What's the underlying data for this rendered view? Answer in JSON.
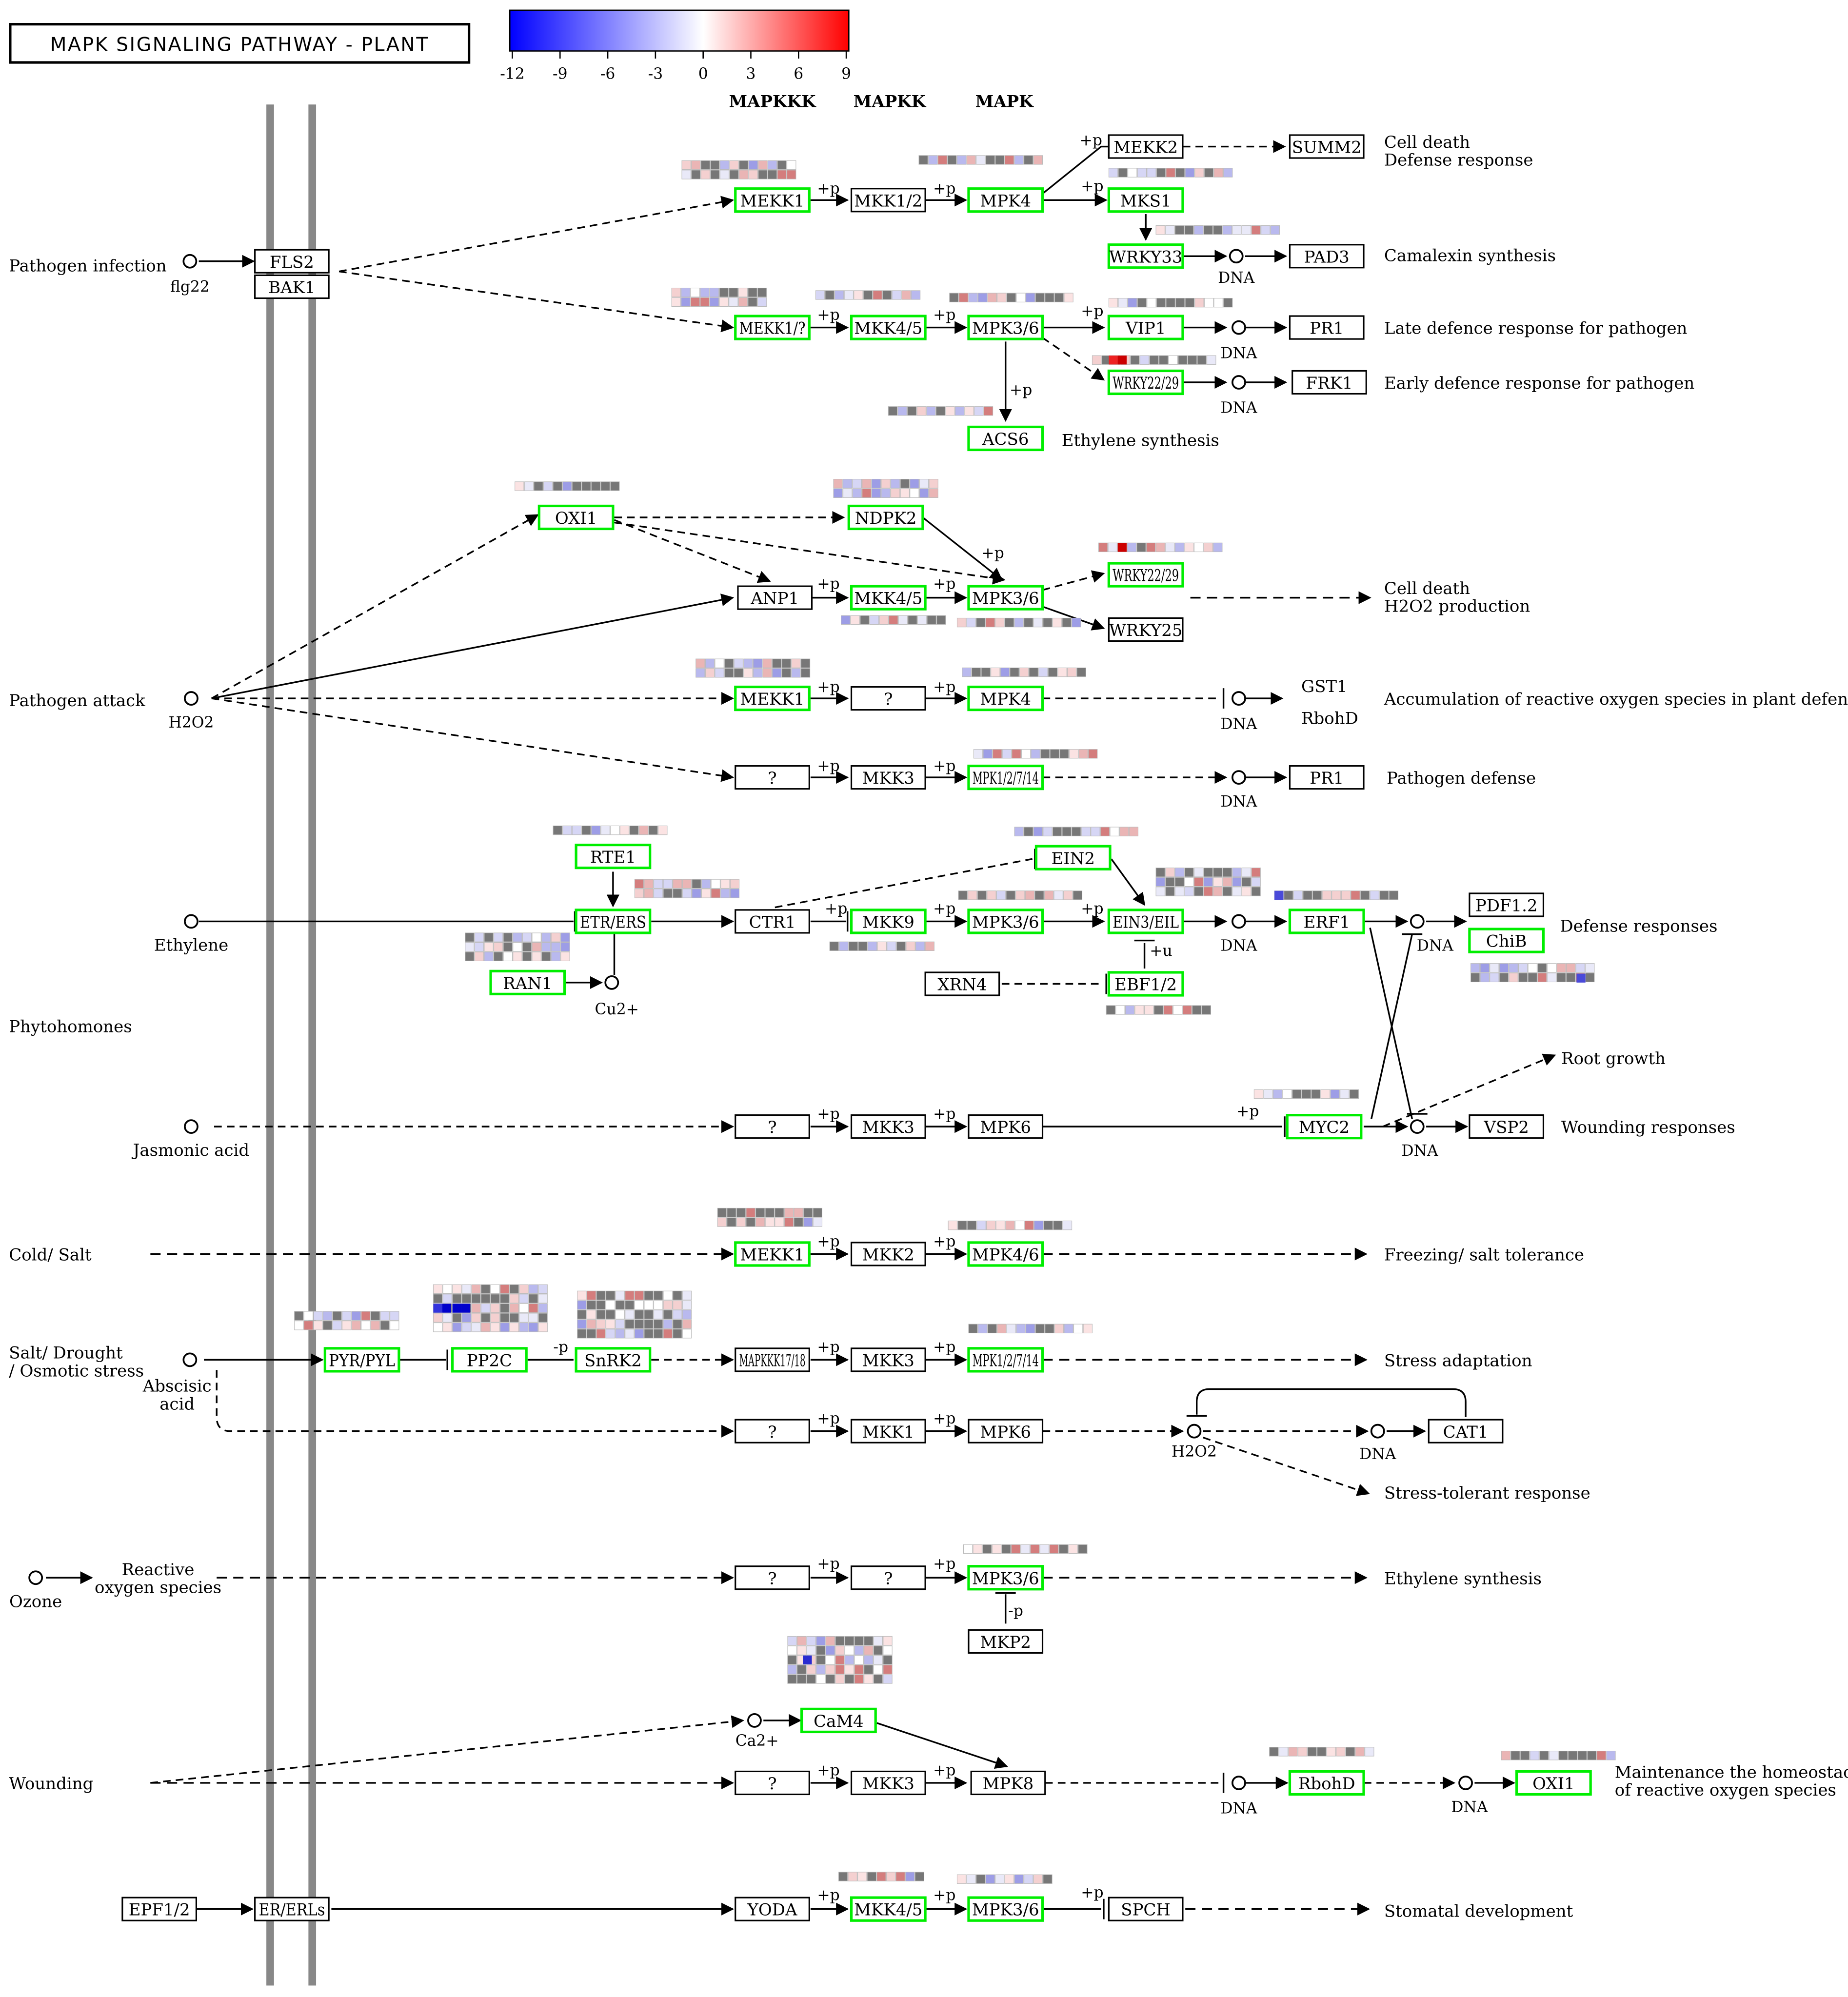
{
  "title": "MAPK SIGNALING PATHWAY - PLANT",
  "legend": {
    "ticks": [
      "-12",
      "-9",
      "-6",
      "-3",
      "0",
      "3",
      "6",
      "9"
    ],
    "colors": {
      "low": "#0000ff",
      "mid": "#ffffff",
      "high": "#ff0000"
    }
  },
  "colors": {
    "found_border": "#00ee00",
    "box_border": "#000000",
    "heat_gray": "#777777",
    "membrane": "#888888"
  },
  "column_headers": [
    "MAPKKK",
    "MAPKK",
    "MAPK"
  ],
  "row_labels": [
    "Pathogen infection",
    "Pathogen attack",
    "Ethylene",
    "Phytohomones",
    "Jasmonic acid",
    "Cold/ Salt",
    "Salt/ Drought",
    "/ Osmotic stress",
    "Abscisic",
    "acid",
    "Reactive",
    "oxygen species",
    "Ozone",
    "Wounding"
  ],
  "small_labels": {
    "flg22": "flg22",
    "h2o2": "H2O2",
    "cu": "Cu2+",
    "ca": "Ca2+",
    "dna": "DNA",
    "p": "+p",
    "u": "+u",
    "mp": "-p"
  },
  "genes": {
    "FLS2": "FLS2",
    "BAK1": "BAK1",
    "MEKK1": "MEKK1",
    "MKK12": "MKK1/2",
    "MPK4": "MPK4",
    "MEKK2": "MEKK2",
    "SUMM2": "SUMM2",
    "MKS1": "MKS1",
    "WRKY33": "WRKY33",
    "PAD3": "PAD3",
    "MEKK1_2": "MEKK1/?",
    "MKK45": "MKK4/5",
    "MPK36": "MPK3/6",
    "VIP1": "VIP1",
    "PR1": "PR1",
    "WRKY2229": "WRKY22/29",
    "FRK1": "FRK1",
    "ACS6": "ACS6",
    "OXI1": "OXI1",
    "NDPK2": "NDPK2",
    "ANP1": "ANP1",
    "WRKY25": "WRKY25",
    "Q": "?",
    "GST1": "GST1",
    "RbohD": "RbohD",
    "MKK3": "MKK3",
    "MPK71": "MPK1/2/7/14",
    "RTE1": "RTE1",
    "EIN2": "EIN2",
    "ETRERS": "ETR/ERS",
    "CTR1": "CTR1",
    "MKK9": "MKK9",
    "EIN3": "EIN3/EIL",
    "ERF1": "ERF1",
    "PDF12": "PDF1.2",
    "ChiB": "ChiB",
    "RAN1": "RAN1",
    "XRN4": "XRN4",
    "EBF12": "EBF1/2",
    "MPK6": "MPK6",
    "MYC2": "MYC2",
    "VSP2": "VSP2",
    "MKK2": "MKK2",
    "MPK46": "MPK4/6",
    "PYR": "PYR/PYL",
    "PP2C": "PP2C",
    "SnRK2": "SnRK2",
    "MAPKKK17": "MAPKKK17/18",
    "MKK1": "MKK1",
    "CAT1": "CAT1",
    "MKP2": "MKP2",
    "CaM4": "CaM4",
    "MPK8": "MPK8",
    "EPF12": "EPF1/2",
    "ERERLs": "ER/ERLs",
    "YODA": "YODA",
    "SPCH": "SPCH"
  },
  "outcomes": {
    "cell_death": "Cell death",
    "defense_response": "Defense response",
    "camalexin": "Camalexin synthesis",
    "late_defence": "Late defence response for pathogen",
    "early_defence": "Early defence response for pathogen",
    "ethylene_synthesis": "Ethylene synthesis",
    "h2o2_production": "H2O2 production",
    "ros_accum": "Accumulation of reactive oxygen species in plant defense",
    "pathogen_defense": "Pathogen defense",
    "defense_responses": "Defense responses",
    "root_growth": "Root growth",
    "wounding_responses": "Wounding responses",
    "freezing": "Freezing/ salt tolerance",
    "stress_adaptation": "Stress adaptation",
    "stress_tolerant": "Stress-tolerant response",
    "maintenance1": "Maintenance the homeostacis",
    "maintenance2": "of reactive oxygen species",
    "stomatal": "Stomatal development"
  }
}
